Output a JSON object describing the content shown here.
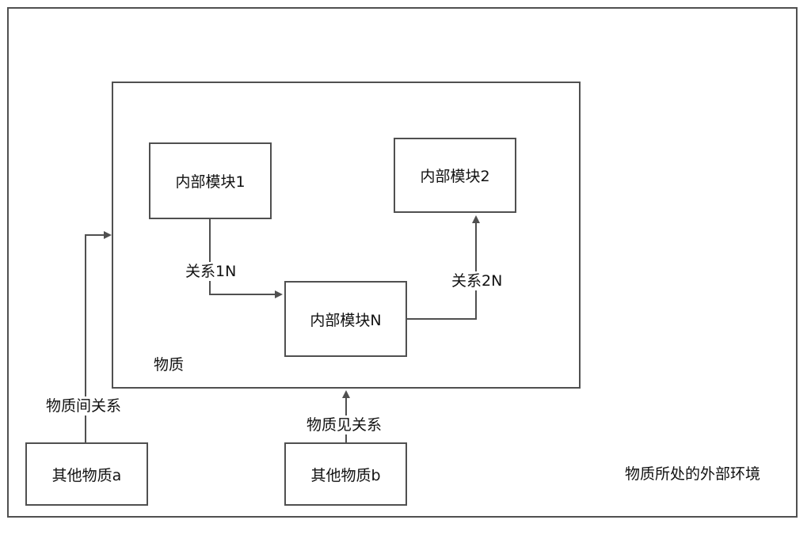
{
  "environment": {
    "label": "物质所处的外部环境"
  },
  "substance": {
    "label": "物质"
  },
  "modules": {
    "module_1": "内部模块1",
    "module_2": "内部模块2",
    "module_n": "内部模块N"
  },
  "relations": {
    "relation_1n": "关系1N",
    "relation_2n": "关系2N",
    "inter_substance": "物质间关系",
    "substance_b": "物质见关系"
  },
  "others": {
    "other_a": "其他物质a",
    "other_b": "其他物质b"
  }
}
